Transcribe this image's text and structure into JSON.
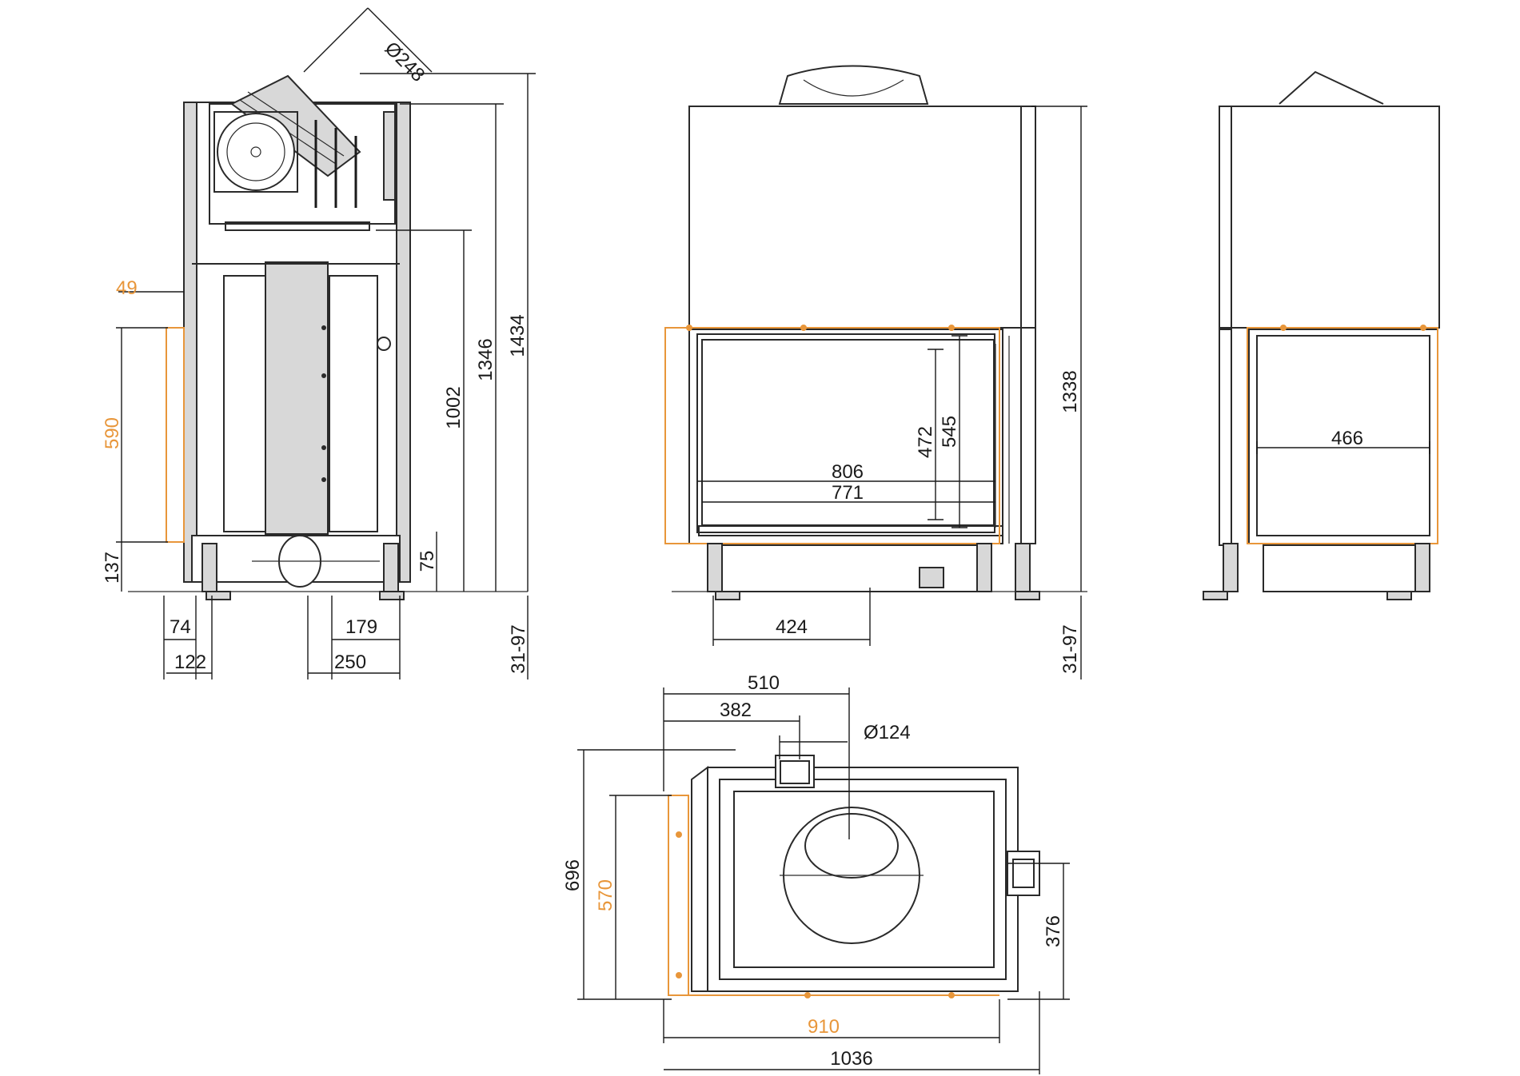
{
  "colors": {
    "line": "#2a2a2a",
    "fill": "#d8d8d8",
    "accent": "#e8963a",
    "background": "#ffffff"
  },
  "dimensions": {
    "side": {
      "flue_diameter": "Ø248",
      "total_height": "1434",
      "height_to_top": "1346",
      "height_to_flue": "1002",
      "glass_offset": "49",
      "glass_height": "590",
      "base_height": "137",
      "bottom_offset": "75",
      "foot_a": "74",
      "foot_b": "122",
      "flue_c": "179",
      "flue_d": "250",
      "legs": "31-97"
    },
    "front": {
      "glass_height": "472",
      "firebox_height": "545",
      "glass_width_outer": "806",
      "glass_width_inner": "771",
      "body_height": "1338",
      "flue_offset": "424",
      "legs": "31-97"
    },
    "right": {
      "glass_width": "466"
    },
    "top": {
      "flue_x_a": "510",
      "flue_x_b": "382",
      "air_diameter": "Ø124",
      "depth": "696",
      "glass_depth": "570",
      "flue_y": "376",
      "glass_width": "910",
      "total_width": "1036"
    }
  }
}
